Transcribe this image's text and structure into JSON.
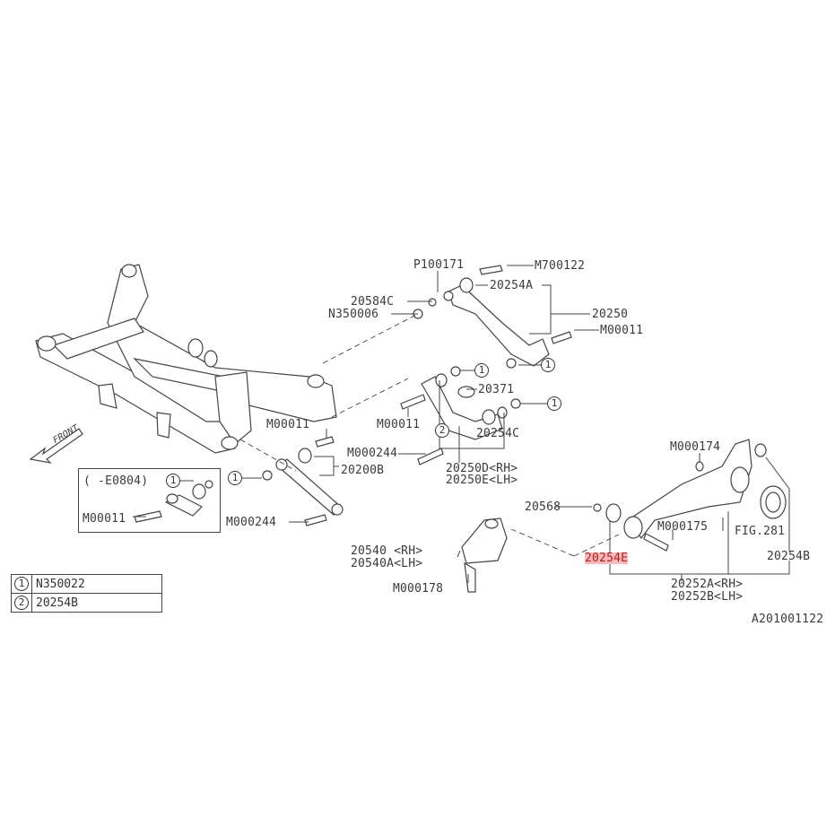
{
  "diagram_code": "A201001122",
  "front_label": "FRONT",
  "labels": {
    "p100171": "P100171",
    "m700122": "M700122",
    "l20254a": "20254A",
    "l20584c": "20584C",
    "n350006": "N350006",
    "l20250": "20250",
    "m00011_upper": "M00011",
    "l20371": "20371",
    "m00011_mid": "M00011",
    "m000244_mid": "M000244",
    "l20254c": "20254C",
    "l20250d": "20250D<RH>",
    "l20250e": "20250E<LH>",
    "m00011_left": "M00011",
    "l20200b": "20200B",
    "m000244_left": "M000244",
    "l20540": "20540 <RH>",
    "l20540a": "20540A<LH>",
    "m000178": "M000178",
    "l20568": "20568",
    "m000174": "M000174",
    "m000175": "M000175",
    "fig281": "FIG.281",
    "l20254e": "20254E",
    "l20254b": "20254B",
    "l20252a": "20252A<RH>",
    "l20252b": "20252B<LH>"
  },
  "inset": {
    "range": "(   -E0804)",
    "bolt": "M00011"
  },
  "callouts": {
    "one": "1",
    "two": "2"
  },
  "legend": [
    {
      "key": "1",
      "part": "N350022"
    },
    {
      "key": "2",
      "part": "20254B"
    }
  ],
  "highlight_color": "#f7b9b9"
}
